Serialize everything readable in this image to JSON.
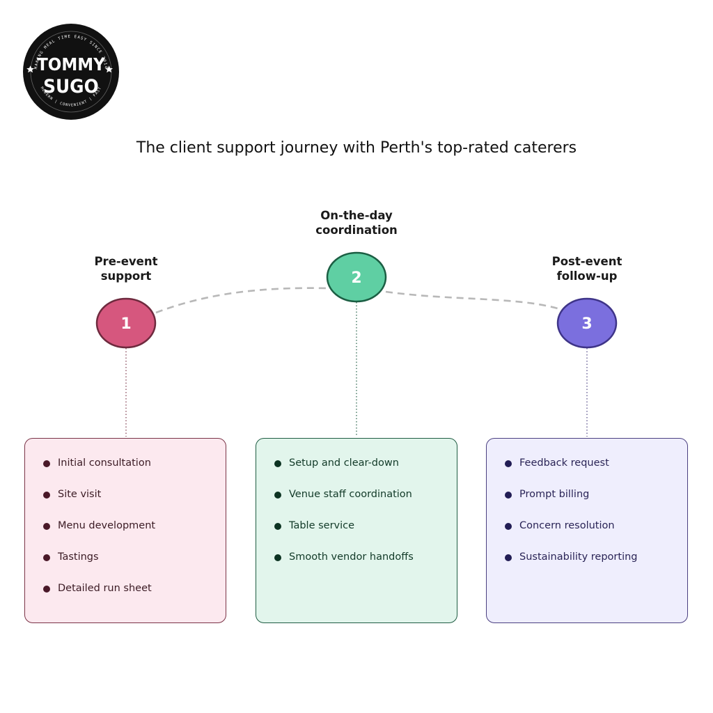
{
  "logo": {
    "name_line1": "TOMMY",
    "name_line2": "SUGO",
    "tagline_top": "MAKING MEAL TIME EASY SINCE 2014",
    "tagline_bottom": "MODERN | CONVENIENT | FAST"
  },
  "title": "The client support journey with Perth's top-rated caterers",
  "steps": [
    {
      "number": "1",
      "heading_line1": "Pre-event",
      "heading_line2": "support",
      "color": "#d6577e",
      "border": "#6e2a3e",
      "items": [
        "Initial consultation",
        "Site visit",
        "Menu development",
        "Tastings",
        "Detailed run sheet"
      ]
    },
    {
      "number": "2",
      "heading_line1": "On-the-day",
      "heading_line2": "coordination",
      "color": "#5fcfa3",
      "border": "#1b5e43",
      "items": [
        "Setup and clear-down",
        "Venue staff coordination",
        "Table service",
        "Smooth vendor handoffs"
      ]
    },
    {
      "number": "3",
      "heading_line1": "Post-event",
      "heading_line2": "follow-up",
      "color": "#7b6fde",
      "border": "#3e3488",
      "items": [
        "Feedback request",
        "Prompt billing",
        "Concern resolution",
        "Sustainability reporting"
      ]
    }
  ]
}
